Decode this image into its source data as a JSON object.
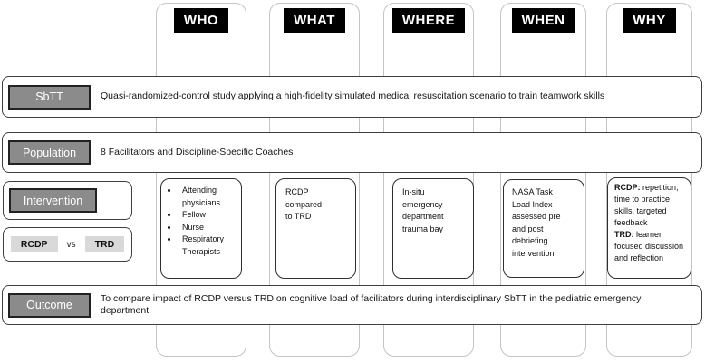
{
  "colors": {
    "header_bg": "#000000",
    "header_text": "#ffffff",
    "label_bg": "#8b8b8b",
    "label_border": "#222222",
    "label_text": "#ffffff",
    "chip_bg": "#d9d9d9",
    "row_border": "#3f3f3f",
    "column_border": "#c4c4c4"
  },
  "columns": {
    "who": {
      "header": "WHO",
      "bullets": [
        "Attending physicians",
        "Fellow",
        "Nurse",
        "Respiratory Therapists"
      ]
    },
    "what": {
      "header": "WHAT",
      "text": "RCDP\ncompared\nto TRD"
    },
    "where": {
      "header": "WHERE",
      "text": "In-situ\nemergency\ndepartment\ntrauma bay"
    },
    "when": {
      "header": "WHEN",
      "text": "NASA Task\nLoad Index\nassessed pre\nand post\ndebriefing\nintervention"
    },
    "why": {
      "header": "WHY",
      "items": [
        {
          "term": "RCDP:",
          "desc": "repetition, time to practice skills, targeted feedback"
        },
        {
          "term": "TRD:",
          "desc": "learner focused discussion and reflection"
        }
      ]
    }
  },
  "rows": {
    "sbtt": {
      "label": "SbTT",
      "text": "Quasi-randomized-control study applying a high-fidelity simulated medical resuscitation scenario to train teamwork skills"
    },
    "population": {
      "label": "Population",
      "text": "8 Facilitators and Discipline-Specific Coaches"
    },
    "intervention": {
      "label": "Intervention",
      "comparison": {
        "left": "RCDP",
        "middle": "vs",
        "right": "TRD"
      }
    },
    "outcome": {
      "label": "Outcome",
      "text": "To compare impact of RCDP versus TRD on cognitive load of facilitators during interdisciplinary SbTT in the pediatric emergency department."
    }
  }
}
